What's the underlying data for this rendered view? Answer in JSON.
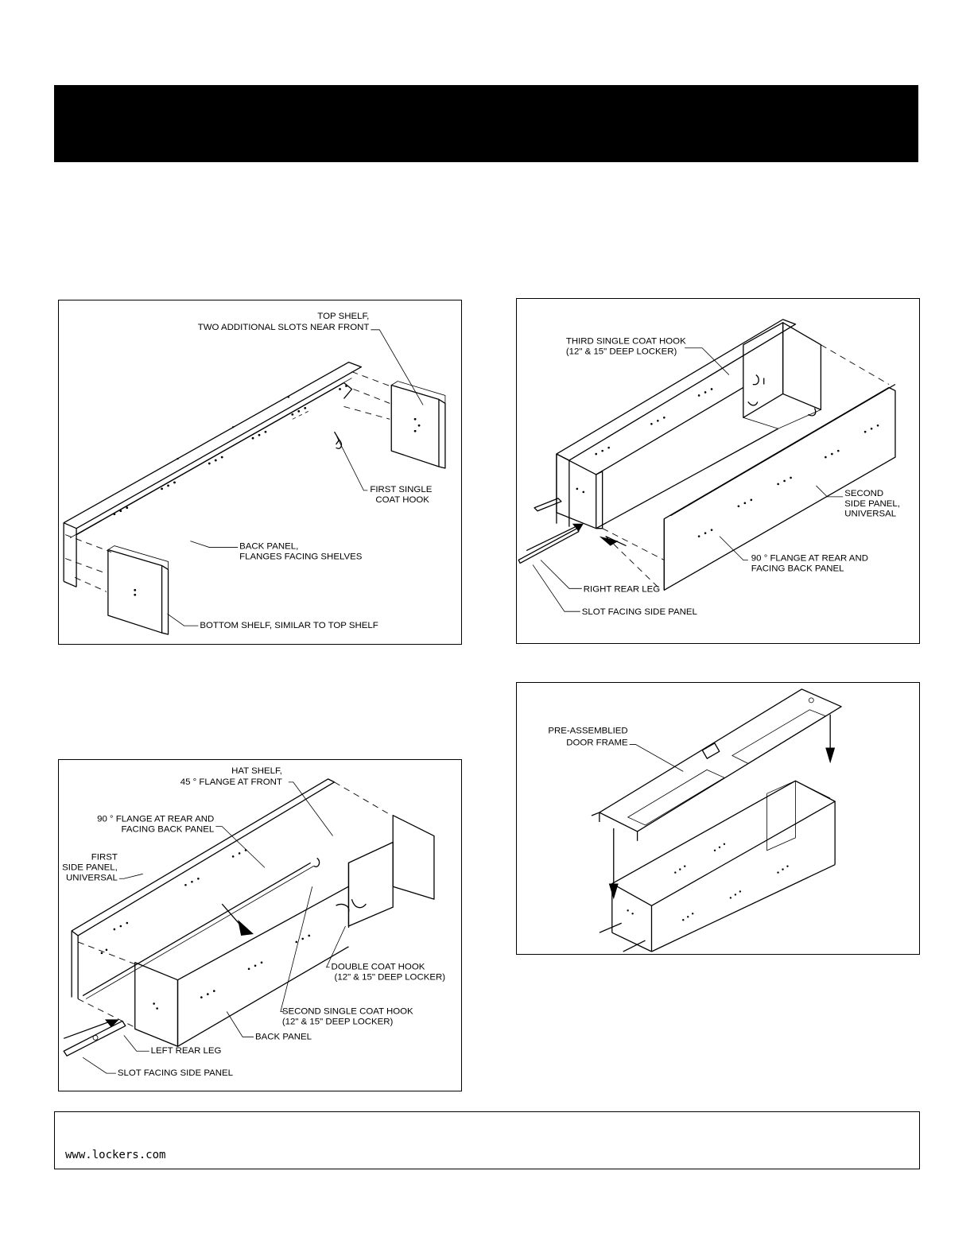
{
  "figures": {
    "fig1": {
      "top_shelf": [
        "TOP SHELF,",
        "TWO ADDITIONAL SLOTS NEAR FRONT"
      ],
      "first_hook": [
        "FIRST SINGLE",
        "COAT HOOK"
      ],
      "back_panel": [
        "BACK PANEL,",
        "FLANGES FACING SHELVES"
      ],
      "bottom_shelf": "BOTTOM SHELF, SIMILAR TO TOP SHELF"
    },
    "fig2": {
      "third_hook": [
        "THIRD SINGLE COAT HOOK",
        "(12\" & 15\" DEEP LOCKER)"
      ],
      "second_side": [
        "SECOND",
        "SIDE PANEL,",
        "UNIVERSAL"
      ],
      "flange": [
        "90 ° FLANGE AT REAR AND",
        "FACING BACK PANEL"
      ],
      "right_leg": "RIGHT REAR LEG",
      "slot": "SLOT FACING SIDE PANEL"
    },
    "fig3": {
      "hat_shelf": [
        "HAT SHELF,",
        "45 ° FLANGE AT FRONT"
      ],
      "flange": [
        "90 ° FLANGE AT REAR AND",
        "FACING BACK PANEL"
      ],
      "first_side": [
        "FIRST",
        "SIDE PANEL,",
        "UNIVERSAL"
      ],
      "double_hook": [
        "DOUBLE COAT HOOK",
        "(12\" & 15\" DEEP LOCKER)"
      ],
      "second_hook": [
        "SECOND SINGLE COAT HOOK",
        "(12\" & 15\" DEEP LOCKER)"
      ],
      "back_panel": "BACK PANEL",
      "left_leg": "LEFT REAR LEG",
      "slot": "SLOT FACING SIDE PANEL"
    },
    "fig4": {
      "door_frame": [
        "PRE-ASSEMBLIED",
        "DOOR FRAME"
      ]
    }
  },
  "footer": {
    "url": "www.lockers.com"
  }
}
